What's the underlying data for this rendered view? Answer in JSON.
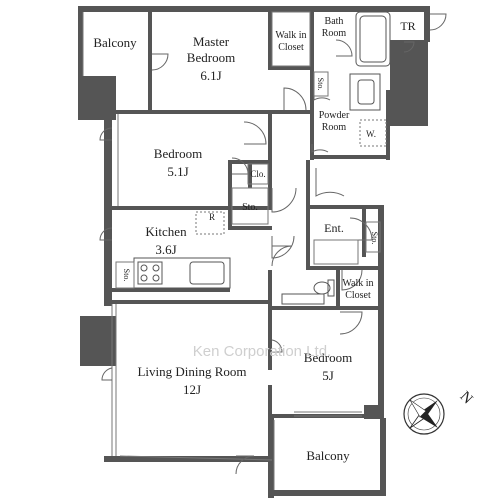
{
  "rooms": {
    "balcony_top": "Balcony",
    "master_bedroom_name": "Master",
    "master_bedroom_name2": "Bedroom",
    "master_bedroom_size": "6.1J",
    "walk_in_closet_top_1": "Walk in",
    "walk_in_closet_top_2": "Closet",
    "bath_room_1": "Bath",
    "bath_room_2": "Room",
    "tr": "TR",
    "sto": "Sto.",
    "powder_room_1": "Powder",
    "powder_room_2": "Room",
    "w": "W.",
    "bedroom_mid_name": "Bedroom",
    "bedroom_mid_size": "5.1J",
    "clo": "Clo.",
    "kitchen_name": "Kitchen",
    "kitchen_size": "3.6J",
    "r": "R",
    "ent": "Ent.",
    "walk_in_closet_right_1": "Walk in",
    "walk_in_closet_right_2": "Closet",
    "living_name": "Living Dining Room",
    "living_size": "12J",
    "bedroom_right_name": "Bedroom",
    "bedroom_right_size": "5J",
    "balcony_bottom": "Balcony"
  },
  "compass": {
    "label": "N"
  },
  "watermark": "Ken Corporation Ltd."
}
